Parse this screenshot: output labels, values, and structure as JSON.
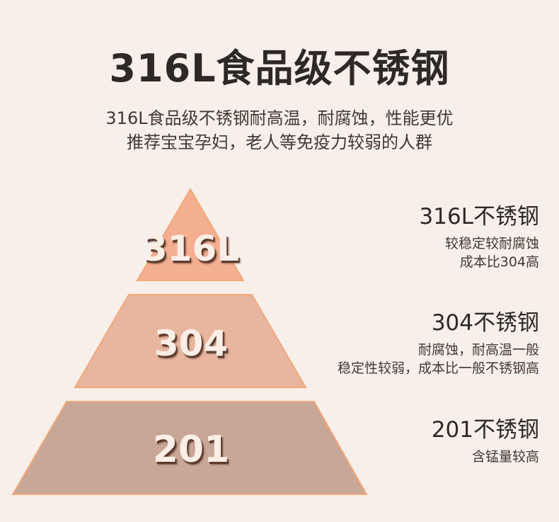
{
  "header": {
    "title": "316L食品级不锈钢",
    "subtitle_line1": "316L食品级不锈钢耐高温，耐腐蚀，性能更优",
    "subtitle_line2": "推荐宝宝孕妇，老人等免疫力较弱的人群"
  },
  "tiers": [
    {
      "label": "316L",
      "info_title": "316L不锈钢",
      "info_lines": [
        "较稳定较耐腐蚀",
        "成本比304高"
      ],
      "color": "#f4ae90"
    },
    {
      "label": "304",
      "info_title": "304不锈钢",
      "info_lines": [
        "耐腐蚀，耐高温一般",
        "稳定性较弱，成本比一般不锈钢高"
      ],
      "color": "#e8b59e"
    },
    {
      "label": "201",
      "info_title": "201不锈钢",
      "info_lines": [
        "含锰量较高"
      ],
      "color": "#c8a797"
    }
  ],
  "colors": {
    "background": "#f7f0ea",
    "outline": "#f2a97a"
  }
}
